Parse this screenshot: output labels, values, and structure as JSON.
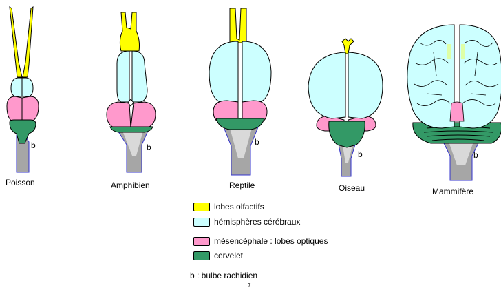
{
  "animals": [
    {
      "id": "fish",
      "name": "Poisson"
    },
    {
      "id": "amphibian",
      "name": "Amphibien"
    },
    {
      "id": "reptile",
      "name": "Reptile"
    },
    {
      "id": "bird",
      "name": "Oiseau"
    },
    {
      "id": "mammal",
      "name": "Mammifère"
    }
  ],
  "marker": "b",
  "legend": [
    {
      "label": "lobes olfactifs",
      "color": "#ffff00"
    },
    {
      "label": "hémisphères cérébraux",
      "color": "#ccffff"
    },
    {
      "label": "mésencéphale : lobes optiques",
      "color": "#ff99cc"
    },
    {
      "label": "cervelet",
      "color": "#339966"
    }
  ],
  "footnote": "b : bulbe rachidien",
  "page_number": "7",
  "colors": {
    "olfactory": "#ffff00",
    "cerebral": "#ccffff",
    "optic": "#ff99cc",
    "cerebellum": "#339966",
    "medulla": "#a6a6a6",
    "medulla_outline": "#3333cc",
    "medulla_light": "#d9d9d9"
  }
}
